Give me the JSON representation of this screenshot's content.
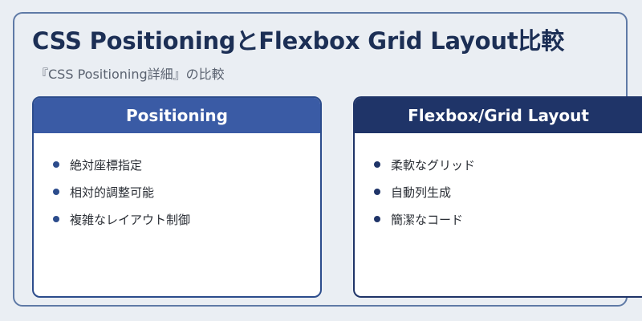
{
  "title": "CSS PositioningとFlexbox Grid Layout比較",
  "subtitle": "『CSS Positioning詳細』の比較",
  "cards": [
    {
      "header": "Positioning",
      "items": [
        "絶対座標指定",
        "相対的調整可能",
        "複雑なレイアウト制御"
      ]
    },
    {
      "header": "Flexbox/Grid Layout",
      "items": [
        "柔軟なグリッド",
        "自動列生成",
        "簡潔なコード"
      ]
    }
  ],
  "colors": {
    "positioning_header": "#3a5ba5",
    "flexgrid_header": "#1f3468",
    "title": "#1c2f55",
    "background": "#eaeef3"
  }
}
